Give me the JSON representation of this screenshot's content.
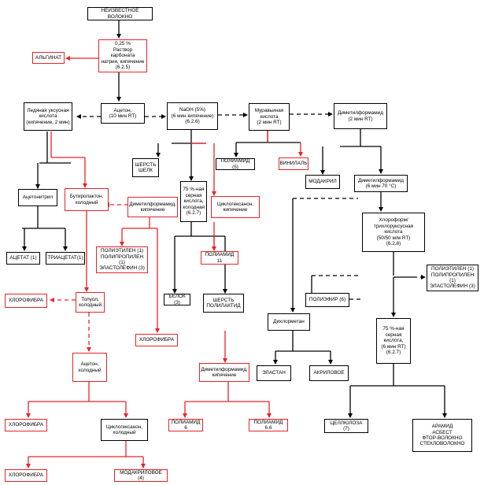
{
  "nodes": {
    "unknown_fiber": "НЕИЗВЕСТНОЕ ВОЛОКНО",
    "sodium_carbonate": "0,25 %\nРаствор карбоната\nнатрия, кипячение\n(6.2.5)",
    "alginate": "АЛЬГИНАТ",
    "glacial_acetic": "Ледяная уксусная\nкислота\n(кипячение, 2 мин)",
    "acetone_10": "Ацетон,\n(10 мин RT)",
    "naoh": "NaOH (5%)\n(6 мин кипячение)\n(6.2.6)",
    "formic_acid": "Муравьиная\nкислота\n(2 мин RT)",
    "dmf_2min": "Диметилформамид\n(2 мин RT)",
    "wool_silk": "ШЕРСТЬ\nШЕЛК",
    "polyamide5": "ПОЛИАМИД (5)",
    "vinylal": "ВИНИЛАЛЬ",
    "modacryl": "МОДАКРИЛ",
    "dmf_70": "Диметилформамид\n(6 мин 70 °C)",
    "acetonitrile": "Ацетонитрил",
    "butyrolactone": "Бутиролактон,\nхолодный",
    "dmf_boil_1": "Диметилформамид,\nкипячение",
    "sulfuric_75_a": "75 %-ная\nсерная\nкислота,\nхолодная\n(6.2.7)",
    "cyclohexanone_boil": "Циклогексанон,\nкипячение",
    "chloroform": "Хлороформ/\nтрихлоруксусная кислота\n(50/50 м/м RT)\n(6.2.8)",
    "acetate": "АЦЕТАТ (1)",
    "triacetate": "ТРИАЦЕТАТ(1)",
    "polyolefins_1": "ПОЛИЭТИЛЕН (1)\nПОЛИПРОПИЛЕН (1)\nЭЛАСТОЛЕФИН (3)",
    "polyamide11": "ПОЛИАМИД 11",
    "polyolefins_2": "ПОЛИЭТИЛЕН (1)\nПОЛИПРОПИЛЕН (1)\nЭЛАСТОЛЕФИН (3)",
    "chlorofibre_1": "ХЛОРОФИБРА",
    "toluene": "Толуол,\nхолодный",
    "protein": "БЕЛОК (3)",
    "wool_polylactide": "ШЕРСТЬ\nПОЛИЛАКТИД",
    "polyester": "ПОЛИЭФИР (6)",
    "dichloromethane": "Дихлорметан",
    "chlorofibre_2": "ХЛОРОФИБРА",
    "sulfuric_75_b": "75 %-ная\nсерная\nкислота,\n(6 мин RT)\n(6.2.7)",
    "acetone_cold": "Ацетон,\nхолодный",
    "dmf_boil_2": "Диметилформамид,\nкипячение",
    "elastane": "ЭЛАСТАН",
    "acrylic": "АКРИЛОВОЕ",
    "chlorofibre_3": "ХЛОРОФИБРА",
    "cyclohexanone_cold": "Циклогексанон,\nхолодный",
    "polyamide6": "ПОЛИАМИД 6",
    "polyamide66": "ПОЛИАМИД 6.6",
    "cellulose": "ЦЕЛЛЮЛОЗА (7)",
    "aramid_group": "АРАМИД\nАСБЕСТ\nФТОР-ВОЛОКНО\nСТЕКЛОВОЛОКНО",
    "chlorofibre_4": "ХЛОРОФИБРА",
    "modacrylic4": "МОДАКРИЛОВОЕ (4)"
  },
  "colors": {
    "black": "#000000",
    "red": "#e8232b"
  }
}
